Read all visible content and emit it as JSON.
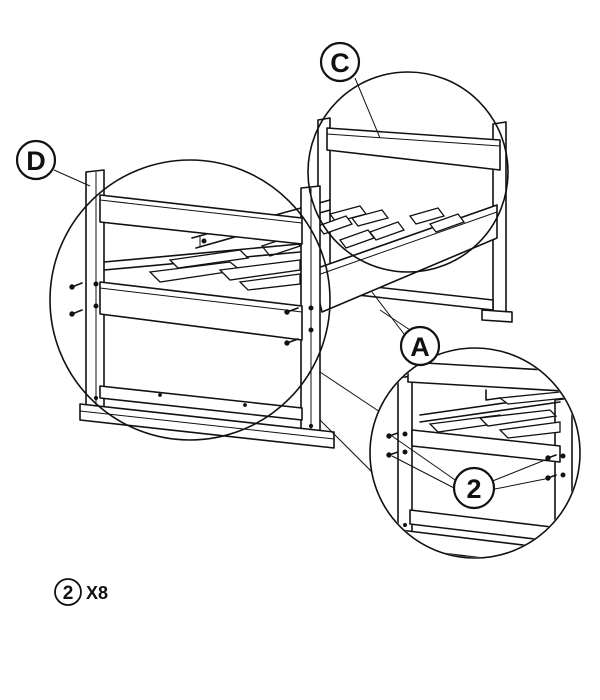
{
  "callouts": {
    "a": "A",
    "c": "C",
    "d": "D",
    "part": "2"
  },
  "parts_list": {
    "part_number": "2",
    "quantity": "X8"
  }
}
